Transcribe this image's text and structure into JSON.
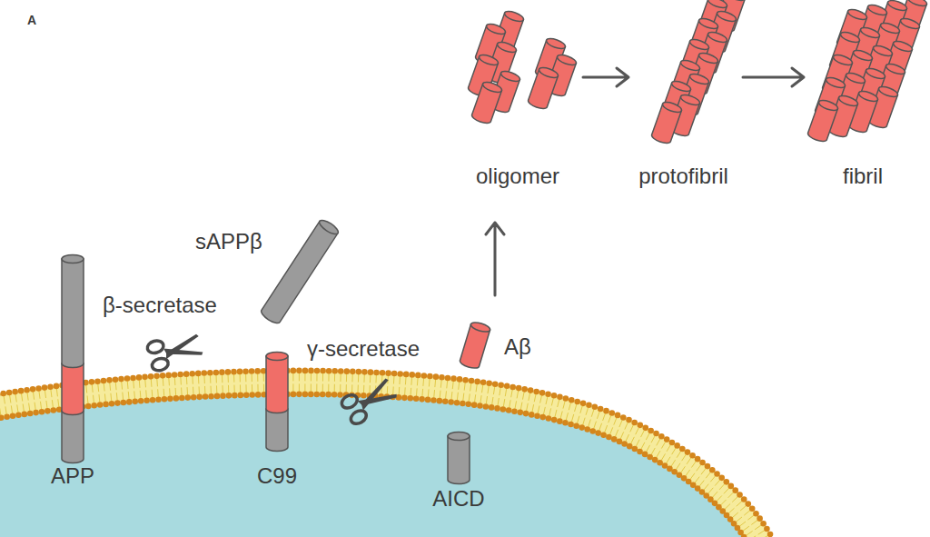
{
  "diagram": {
    "nodes": [
      {
        "text": [
          "APP"
        ]
      },
      {
        "text": [
          "sAPPβ"
        ]
      },
      {
        "text": [
          "C99"
        ]
      },
      {
        "text": [
          "Aβ"
        ]
      },
      {
        "text": [
          "AICD"
        ]
      },
      {
        "text": [
          "oligomer"
        ]
      },
      {
        "text": [
          "protofibril"
        ]
      },
      {
        "text": [
          "fibril"
        ]
      }
    ],
    "edges": [
      {
        "from": 3,
        "to": 5,
        "arrow": "to"
      },
      {
        "from": 5,
        "to": 6,
        "arrow": "to"
      },
      {
        "from": 6,
        "to": 7,
        "arrow": "to"
      }
    ],
    "labels": [
      "A",
      "β-secretase",
      "γ-secretase"
    ]
  }
}
